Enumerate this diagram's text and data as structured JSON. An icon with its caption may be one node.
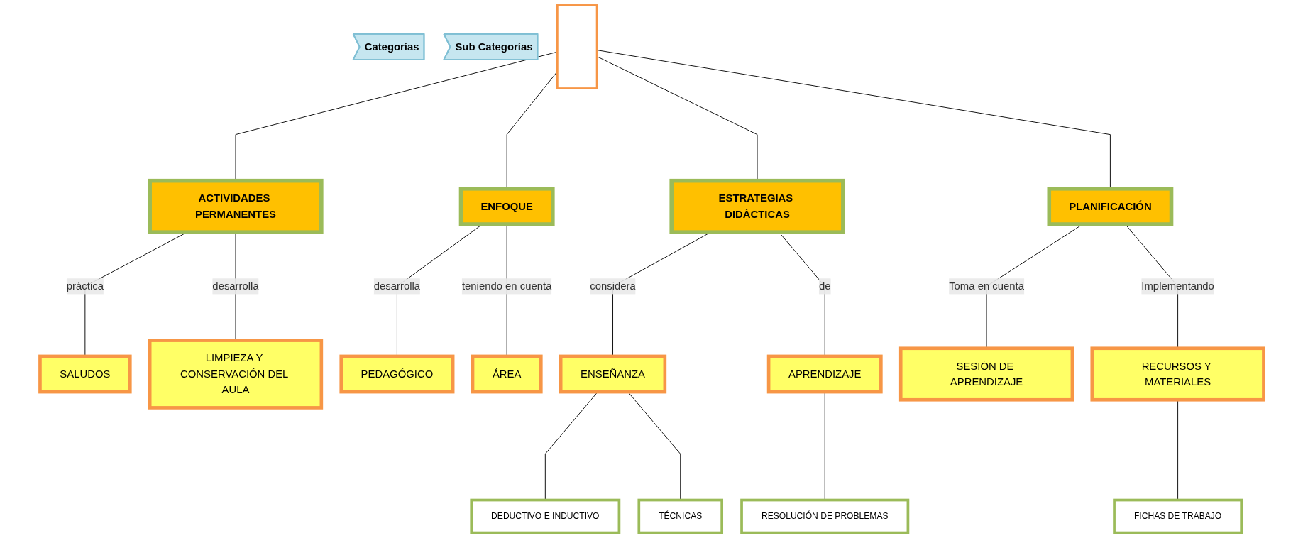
{
  "diagram": {
    "nodes": [
      {
        "text": [],
        "shape": "box"
      },
      {
        "text": [
          "Categorías"
        ]
      },
      {
        "text": [
          "ACTIVIDADES PERMANENTES"
        ]
      },
      {
        "text": [
          "ENFOQUE"
        ]
      },
      {
        "text": [
          "ESTRATEGIAS DIDÁCTICAS"
        ]
      },
      {
        "text": [
          "PLANIFICACIÓN"
        ]
      },
      {
        "text": [
          "Sub Categorías"
        ]
      },
      {
        "text": [
          "SALUDOS"
        ]
      },
      {
        "text": [
          "LIMPIEZA Y CONSERVACIÓN DEL AULA"
        ]
      },
      {
        "text": [
          "SESIÓN DE APRENDIZAJE"
        ]
      },
      {
        "text": [
          "RECURSOS Y MATERIALES"
        ]
      },
      {
        "text": [
          "PEDAGÓGICO"
        ]
      },
      {
        "text": [
          "ÁREA"
        ]
      },
      {
        "text": [
          "ENSEÑANZA"
        ]
      },
      {
        "text": [
          "APRENDIZAJE"
        ]
      },
      {
        "text": [
          "FICHAS DE TRABAJO"
        ]
      },
      {
        "text": [
          "DEDUCTIVO E INDUCTIVO"
        ]
      },
      {
        "text": [
          "TÉCNICAS"
        ]
      },
      {
        "text": [
          "RESOLUCIÓN DE PROBLEMAS"
        ]
      }
    ],
    "edges": [
      {
        "from": 0,
        "to": 2,
        "arrow": "none"
      },
      {
        "from": 0,
        "to": 3,
        "arrow": "none"
      },
      {
        "from": 0,
        "to": 4,
        "arrow": "none"
      },
      {
        "from": 0,
        "to": 5,
        "arrow": "none"
      },
      {
        "from": 2,
        "to": 7,
        "label": "práctica",
        "arrow": "none"
      },
      {
        "from": 2,
        "to": 8,
        "label": "desarrolla",
        "arrow": "none"
      },
      {
        "from": 3,
        "to": 11,
        "label": "desarrolla",
        "arrow": "none"
      },
      {
        "from": 3,
        "to": 12,
        "label": "teniendo en cuenta",
        "arrow": "none"
      },
      {
        "from": 4,
        "to": 13,
        "label": "considera",
        "arrow": "none"
      },
      {
        "from": 4,
        "to": 14,
        "label": "de",
        "arrow": "none"
      },
      {
        "from": 5,
        "to": 9,
        "label": "Toma en cuenta",
        "arrow": "none"
      },
      {
        "from": 5,
        "to": 10,
        "label": "Implementando",
        "arrow": "none"
      },
      {
        "from": 10,
        "to": 15,
        "arrow": "none"
      },
      {
        "from": 13,
        "to": 16,
        "arrow": "none"
      },
      {
        "from": 13,
        "to": 17,
        "arrow": "none"
      },
      {
        "from": 14,
        "to": 18,
        "arrow": "none"
      }
    ]
  }
}
